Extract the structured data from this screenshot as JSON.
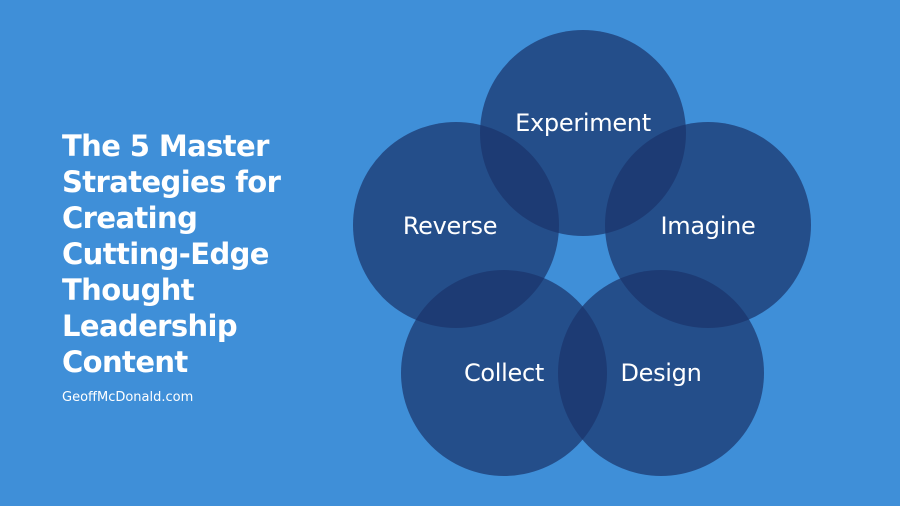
{
  "title_lines": [
    "The 5 Master",
    "Strategies for",
    "Creating",
    "Cutting-Edge",
    "Thought",
    "Leadership",
    "Content"
  ],
  "website": "GeoffMcDonald.com",
  "strategies": [
    "Experiment",
    "Imagine",
    "Design",
    "Collect",
    "Reverse"
  ],
  "colors": {
    "background": "#3f8fd8",
    "circle_fill": "#1a346c",
    "text": "#ffffff"
  }
}
